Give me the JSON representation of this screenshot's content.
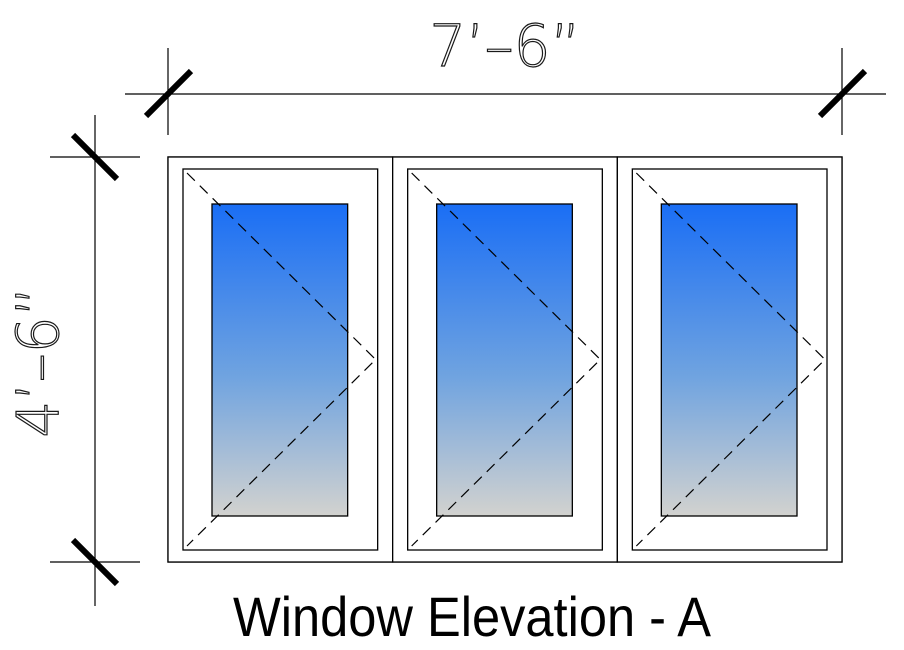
{
  "dimensions": {
    "width_label": "7’–6”",
    "height_label": "4’–6”"
  },
  "title": "Window Elevation - A",
  "panels": [
    {
      "name": "left-casement",
      "opening": "hinged-left"
    },
    {
      "name": "center-casement",
      "opening": "hinged-left"
    },
    {
      "name": "right-casement",
      "opening": "hinged-left"
    }
  ],
  "colors": {
    "glass_top": "#1a6ef5",
    "glass_mid": "#6fa3e0",
    "glass_bottom": "#d2d2cf",
    "line": "#000000",
    "background": "#ffffff"
  }
}
